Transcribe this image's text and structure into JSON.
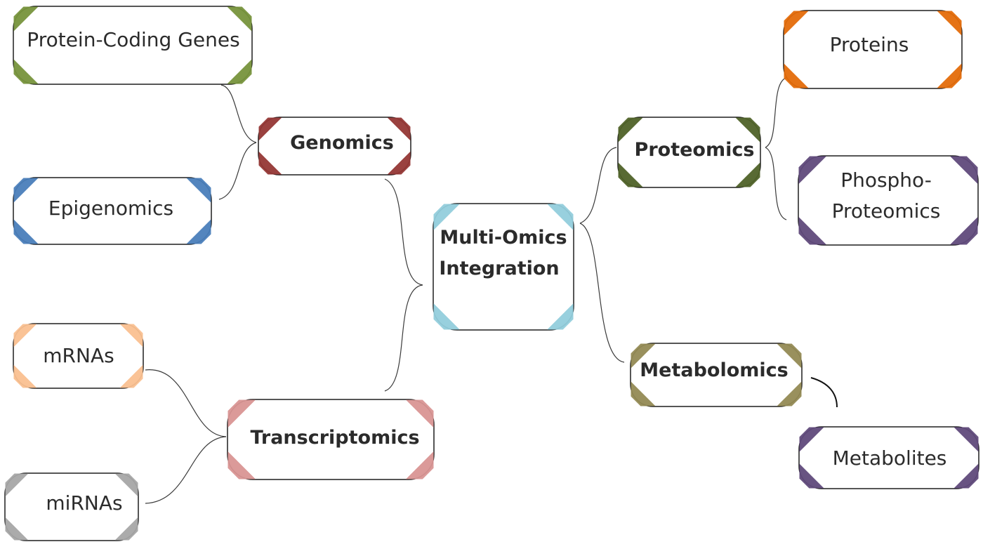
{
  "nodes": {
    "multi_omics": {
      "lines": [
        "Multi-Omics",
        "Integration"
      ],
      "color": "#92CDDC"
    },
    "genomics": {
      "label": "Genomics",
      "color": "#953735"
    },
    "transcriptomics": {
      "label": "Transcriptomics",
      "color": "#D99594"
    },
    "proteomics": {
      "label": "Proteomics",
      "color": "#4F6228"
    },
    "metabolomics": {
      "label": "Metabolomics",
      "color": "#948A54"
    },
    "protein_coding_genes": {
      "label": "Protein-Coding Genes",
      "color": "#77933C"
    },
    "epigenomics": {
      "label": "Epigenomics",
      "color": "#4A7EBB"
    },
    "mrnas": {
      "label": "mRNAs",
      "color": "#FAC090"
    },
    "mirnas": {
      "label": "miRNAs",
      "color": "#A6A6A6"
    },
    "proteins": {
      "label": "Proteins",
      "color": "#E46C0A"
    },
    "phosphoproteomics": {
      "lines": [
        "Phospho-",
        "Proteomics"
      ],
      "color": "#604A7B"
    },
    "metabolites": {
      "label": "Metabolites",
      "color": "#604A7B"
    }
  }
}
